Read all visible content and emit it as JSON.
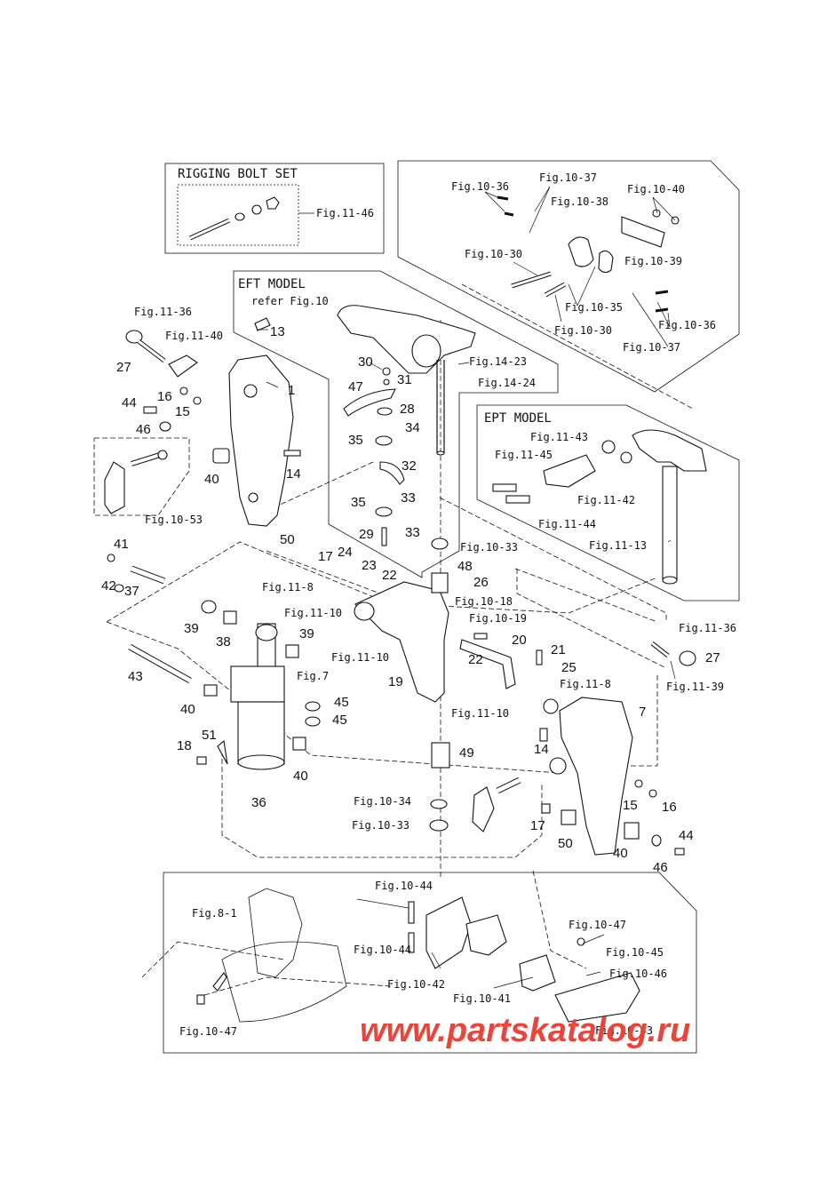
{
  "boxes": {
    "rigging_bolt_set": "RIGGING BOLT SET",
    "eft_model": "EFT MODEL",
    "eft_refer": "refer Fig.10",
    "ept_model": "EPT MODEL"
  },
  "figure_refs": [
    {
      "id": "r1",
      "text": "Fig.11-46"
    },
    {
      "id": "r2",
      "text": "Fig.10-36"
    },
    {
      "id": "r3",
      "text": "Fig.10-37"
    },
    {
      "id": "r4",
      "text": "Fig.10-38"
    },
    {
      "id": "r5",
      "text": "Fig.10-40"
    },
    {
      "id": "r6",
      "text": "Fig.10-30"
    },
    {
      "id": "r7",
      "text": "Fig.10-39"
    },
    {
      "id": "r8",
      "text": "Fig.10-35"
    },
    {
      "id": "r9",
      "text": "Fig.10-36"
    },
    {
      "id": "r10",
      "text": "Fig.10-30"
    },
    {
      "id": "r11",
      "text": "Fig.10-37"
    },
    {
      "id": "r12",
      "text": "Fig.11-36"
    },
    {
      "id": "r13",
      "text": "Fig.11-40"
    },
    {
      "id": "r14",
      "text": "Fig.14-23"
    },
    {
      "id": "r15",
      "text": "Fig.14-24"
    },
    {
      "id": "r16",
      "text": "Fig.11-43"
    },
    {
      "id": "r17",
      "text": "Fig.11-45"
    },
    {
      "id": "r18",
      "text": "Fig.11-42"
    },
    {
      "id": "r19",
      "text": "Fig.11-44"
    },
    {
      "id": "r20",
      "text": "Fig.11-13"
    },
    {
      "id": "r21",
      "text": "Fig.10-53"
    },
    {
      "id": "r22",
      "text": "Fig.10-33"
    },
    {
      "id": "r23",
      "text": "Fig.11-8"
    },
    {
      "id": "r24",
      "text": "Fig.11-10"
    },
    {
      "id": "r25",
      "text": "Fig.10-18"
    },
    {
      "id": "r26",
      "text": "Fig.10-19"
    },
    {
      "id": "r27",
      "text": "Fig.11-10"
    },
    {
      "id": "r28",
      "text": "Fig.11-36"
    },
    {
      "id": "r29",
      "text": "Fig.11-39"
    },
    {
      "id": "r30",
      "text": "Fig.7"
    },
    {
      "id": "r31",
      "text": "Fig.11-8"
    },
    {
      "id": "r32",
      "text": "Fig.11-10"
    },
    {
      "id": "r33",
      "text": "Fig.10-34"
    },
    {
      "id": "r34",
      "text": "Fig.10-33"
    },
    {
      "id": "r35",
      "text": "Fig.8-1"
    },
    {
      "id": "r36",
      "text": "Fig.10-44"
    },
    {
      "id": "r37",
      "text": "Fig.10-44"
    },
    {
      "id": "r38",
      "text": "Fig.10-42"
    },
    {
      "id": "r39",
      "text": "Fig.10-41"
    },
    {
      "id": "r40",
      "text": "Fig.10-47"
    },
    {
      "id": "r41",
      "text": "Fig.10-45"
    },
    {
      "id": "r42",
      "text": "Fig.10-46"
    },
    {
      "id": "r43",
      "text": "Fig.10-43"
    },
    {
      "id": "r44",
      "text": "Fig.10-47"
    }
  ],
  "part_numbers": [
    {
      "id": "n13",
      "text": "13"
    },
    {
      "id": "n27a",
      "text": "27"
    },
    {
      "id": "n1",
      "text": "1"
    },
    {
      "id": "n30",
      "text": "30"
    },
    {
      "id": "n31",
      "text": "31"
    },
    {
      "id": "n47",
      "text": "47"
    },
    {
      "id": "n28",
      "text": "28"
    },
    {
      "id": "n34",
      "text": "34"
    },
    {
      "id": "n35a",
      "text": "35"
    },
    {
      "id": "n32",
      "text": "32"
    },
    {
      "id": "n33a",
      "text": "33"
    },
    {
      "id": "n35b",
      "text": "35"
    },
    {
      "id": "n33b",
      "text": "33"
    },
    {
      "id": "n29",
      "text": "29"
    },
    {
      "id": "n44a",
      "text": "44"
    },
    {
      "id": "n16a",
      "text": "16"
    },
    {
      "id": "n15a",
      "text": "15"
    },
    {
      "id": "n46a",
      "text": "46"
    },
    {
      "id": "n40a",
      "text": "40"
    },
    {
      "id": "n14a",
      "text": "14"
    },
    {
      "id": "n50a",
      "text": "50"
    },
    {
      "id": "n17a",
      "text": "17"
    },
    {
      "id": "n24",
      "text": "24"
    },
    {
      "id": "n23",
      "text": "23"
    },
    {
      "id": "n22a",
      "text": "22"
    },
    {
      "id": "n41",
      "text": "41"
    },
    {
      "id": "n42",
      "text": "42"
    },
    {
      "id": "n37",
      "text": "37"
    },
    {
      "id": "n48",
      "text": "48"
    },
    {
      "id": "n26",
      "text": "26"
    },
    {
      "id": "n39a",
      "text": "39"
    },
    {
      "id": "n38",
      "text": "38"
    },
    {
      "id": "n39b",
      "text": "39"
    },
    {
      "id": "n20",
      "text": "20"
    },
    {
      "id": "n22b",
      "text": "22"
    },
    {
      "id": "n21",
      "text": "21"
    },
    {
      "id": "n43",
      "text": "43"
    },
    {
      "id": "n19",
      "text": "19"
    },
    {
      "id": "n25",
      "text": "25"
    },
    {
      "id": "n27b",
      "text": "27"
    },
    {
      "id": "n40b",
      "text": "40"
    },
    {
      "id": "n45a",
      "text": "45"
    },
    {
      "id": "n45b",
      "text": "45"
    },
    {
      "id": "n7",
      "text": "7"
    },
    {
      "id": "n18",
      "text": "18"
    },
    {
      "id": "n51",
      "text": "51"
    },
    {
      "id": "n49",
      "text": "49"
    },
    {
      "id": "n14b",
      "text": "14"
    },
    {
      "id": "n40c",
      "text": "40"
    },
    {
      "id": "n36",
      "text": "36"
    },
    {
      "id": "n15b",
      "text": "15"
    },
    {
      "id": "n16b",
      "text": "16"
    },
    {
      "id": "n17b",
      "text": "17"
    },
    {
      "id": "n50b",
      "text": "50"
    },
    {
      "id": "n44b",
      "text": "44"
    },
    {
      "id": "n40d",
      "text": "40"
    },
    {
      "id": "n46b",
      "text": "46"
    }
  ],
  "watermark": "www.partskatalog.ru"
}
